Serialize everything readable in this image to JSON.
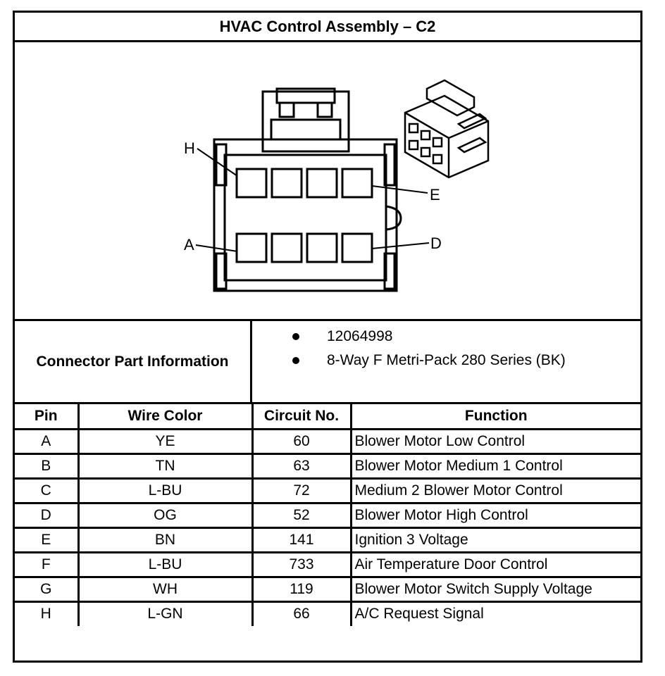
{
  "title": "HVAC Control Assembly – C2",
  "diagram": {
    "pin_labels": {
      "h": "H",
      "e": "E",
      "a": "A",
      "d": "D"
    }
  },
  "connector_info": {
    "label": "Connector Part Information",
    "items": [
      "12064998",
      "8-Way F Metri-Pack 280 Series (BK)"
    ]
  },
  "table": {
    "headers": [
      "Pin",
      "Wire Color",
      "Circuit No.",
      "Function"
    ],
    "rows": [
      {
        "pin": "A",
        "wire_color": "YE",
        "circuit": "60",
        "function": "Blower Motor Low Control"
      },
      {
        "pin": "B",
        "wire_color": "TN",
        "circuit": "63",
        "function": "Blower Motor Medium 1 Control"
      },
      {
        "pin": "C",
        "wire_color": "L-BU",
        "circuit": "72",
        "function": "Medium 2 Blower Motor Control"
      },
      {
        "pin": "D",
        "wire_color": "OG",
        "circuit": "52",
        "function": "Blower Motor High Control"
      },
      {
        "pin": "E",
        "wire_color": "BN",
        "circuit": "141",
        "function": "Ignition 3 Voltage"
      },
      {
        "pin": "F",
        "wire_color": "L-BU",
        "circuit": "733",
        "function": "Air Temperature Door Control"
      },
      {
        "pin": "G",
        "wire_color": "WH",
        "circuit": "119",
        "function": "Blower Motor Switch Supply Voltage"
      },
      {
        "pin": "H",
        "wire_color": "L-GN",
        "circuit": "66",
        "function": "A/C Request Signal"
      }
    ]
  }
}
